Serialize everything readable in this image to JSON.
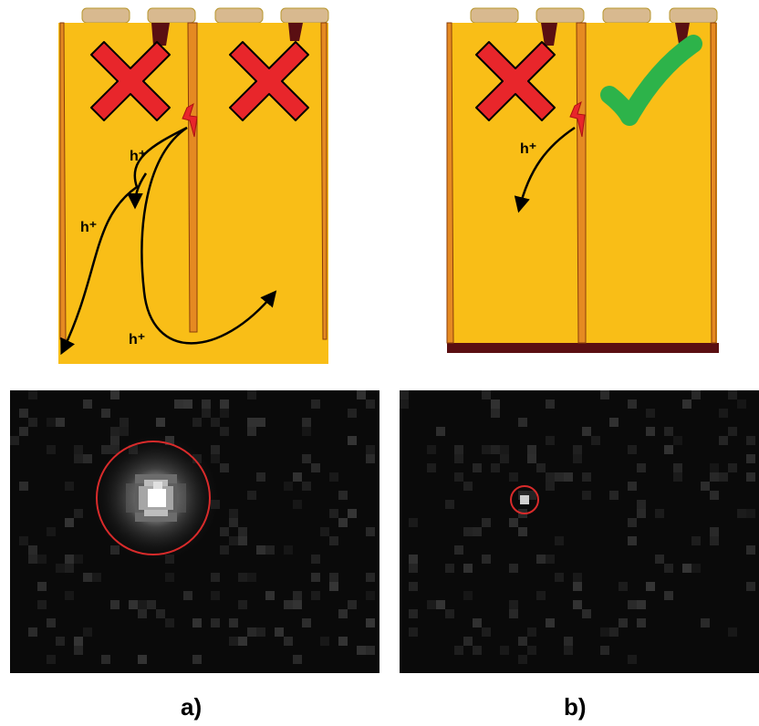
{
  "panels": [
    {
      "label": "a)",
      "carrier_labels": [
        "h⁺",
        "h⁺",
        "h⁺"
      ],
      "pixel_marks": [
        "cross",
        "cross"
      ],
      "spot": "large-bright-spot"
    },
    {
      "label": "b)",
      "carrier_labels": [
        "h⁺"
      ],
      "pixel_marks": [
        "cross",
        "check"
      ],
      "spot": "small-bright-spot"
    }
  ],
  "colors": {
    "substrate": "#F9BE17",
    "isolation": "#E58A22",
    "backside_layer": "#5A0F12",
    "cross": "#E8262B",
    "check": "#2DB34A",
    "spot_ring": "#D92B2B",
    "image_background": "#0a0a0a"
  },
  "icons": {
    "cross": "cross-icon",
    "check": "check-icon",
    "hit": "lightning-icon"
  }
}
